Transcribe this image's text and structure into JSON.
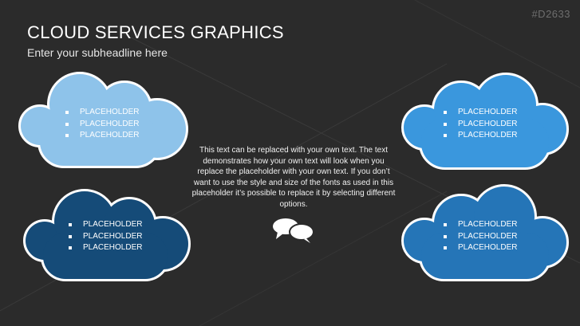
{
  "slide_code": "#D2633",
  "title": "CLOUD SERVICES GRAPHICS",
  "subtitle": "Enter your subheadline here",
  "clouds": [
    {
      "position": "top-left",
      "fill": "#8ec3ea",
      "items": [
        "PLACEHOLDER",
        "PLACEHOLDER",
        "PLACEHOLDER"
      ]
    },
    {
      "position": "top-right",
      "fill": "#3a97dd",
      "items": [
        "PLACEHOLDER",
        "PLACEHOLDER",
        "PLACEHOLDER"
      ]
    },
    {
      "position": "bottom-left",
      "fill": "#154b78",
      "items": [
        "PLACEHOLDER",
        "PLACEHOLDER",
        "PLACEHOLDER"
      ]
    },
    {
      "position": "bottom-right",
      "fill": "#2575b7",
      "items": [
        "PLACEHOLDER",
        "PLACEHOLDER",
        "PLACEHOLDER"
      ]
    }
  ],
  "center_text": "This text can be replaced with your own text. The text demonstrates how your own text will look when you replace the placeholder with your own text. If you don’t want to use the style and size of the fonts as used in this placeholder it’s possible to replace it by selecting different options.",
  "icon": "speech-bubbles-icon",
  "colors": {
    "background": "#2b2b2b",
    "outline": "#ffffff",
    "text": "#ffffff"
  }
}
